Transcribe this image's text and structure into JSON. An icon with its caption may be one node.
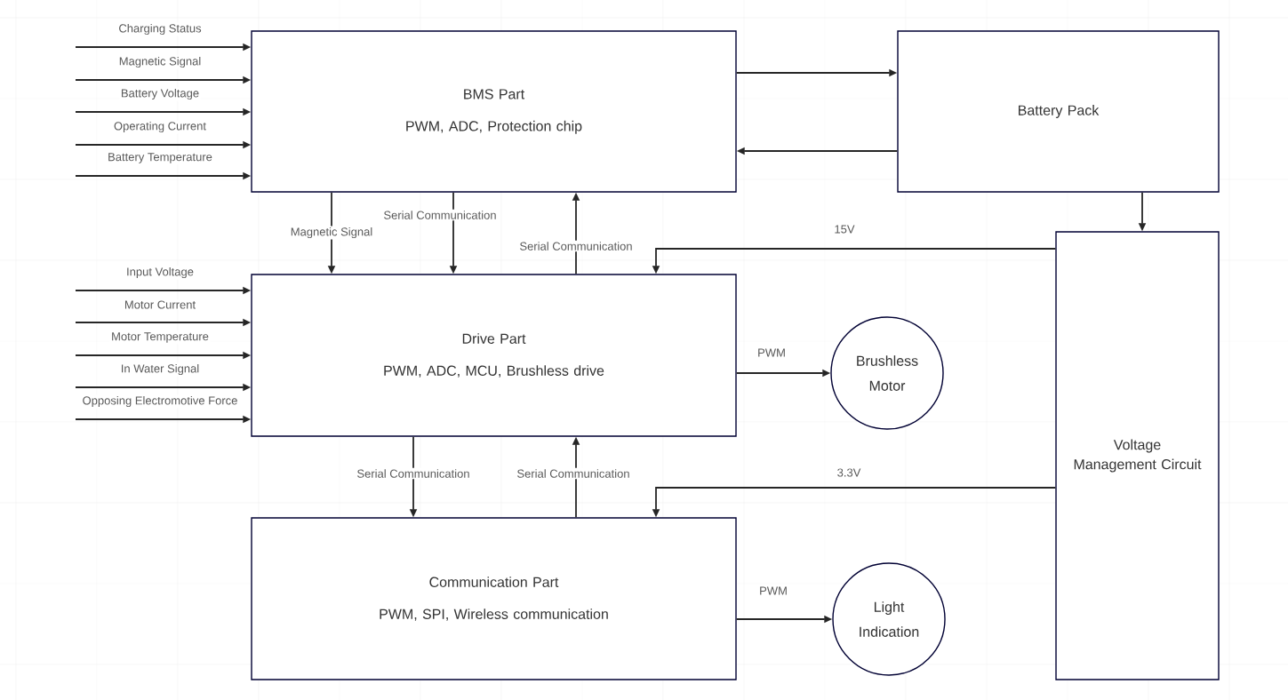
{
  "diagram": {
    "nodes": [
      {
        "text": [
          "BMS Part",
          "PWM, ADC, Protection chip"
        ]
      },
      {
        "text": [
          "Battery Pack"
        ]
      },
      {
        "text": [
          "Drive Part",
          "PWM, ADC, MCU, Brushless drive"
        ]
      },
      {
        "text": [
          "Brushless Motor"
        ]
      },
      {
        "text": [
          "Voltage Management Circuit"
        ]
      },
      {
        "text": [
          "Communication Part",
          "PWM, SPI, Wireless communication"
        ]
      },
      {
        "text": [
          "Light Indication"
        ]
      }
    ],
    "edges": [
      {
        "from": null,
        "to": 0,
        "arrow": "to",
        "label": "Charging Status"
      },
      {
        "from": null,
        "to": 0,
        "arrow": "to",
        "label": "Magnetic Signal"
      },
      {
        "from": null,
        "to": 0,
        "arrow": "to",
        "label": "Battery Voltage"
      },
      {
        "from": null,
        "to": 0,
        "arrow": "to",
        "label": "Operating Current"
      },
      {
        "from": null,
        "to": 0,
        "arrow": "to",
        "label": "Battery Temperature"
      },
      {
        "from": 0,
        "to": 1,
        "arrow": "to"
      },
      {
        "from": 1,
        "to": 0,
        "arrow": "to"
      },
      {
        "from": 1,
        "to": 4,
        "arrow": "to"
      },
      {
        "from": 0,
        "to": 2,
        "arrow": "to",
        "label": "Magnetic Signal"
      },
      {
        "from": 0,
        "to": 2,
        "arrow": "to",
        "label": "Serial Communication"
      },
      {
        "from": 2,
        "to": 0,
        "arrow": "to",
        "label": "Serial Communication"
      },
      {
        "from": 4,
        "to": 2,
        "arrow": "to",
        "label": "15V"
      },
      {
        "from": null,
        "to": 2,
        "arrow": "to",
        "label": "Input Voltage"
      },
      {
        "from": null,
        "to": 2,
        "arrow": "to",
        "label": "Motor Current"
      },
      {
        "from": null,
        "to": 2,
        "arrow": "to",
        "label": "Motor Temperature"
      },
      {
        "from": null,
        "to": 2,
        "arrow": "to",
        "label": "In Water Signal"
      },
      {
        "from": null,
        "to": 2,
        "arrow": "to",
        "label": "Opposing Electromotive Force"
      },
      {
        "from": 2,
        "to": 3,
        "arrow": "to",
        "label": "PWM"
      },
      {
        "from": 2,
        "to": 5,
        "arrow": "to",
        "label": "Serial Communication"
      },
      {
        "from": 5,
        "to": 2,
        "arrow": "to",
        "label": "Serial Communication"
      },
      {
        "from": 4,
        "to": 5,
        "arrow": "to",
        "label": "3.3V"
      },
      {
        "from": 5,
        "to": 6,
        "arrow": "to",
        "label": "PWM"
      }
    ]
  }
}
